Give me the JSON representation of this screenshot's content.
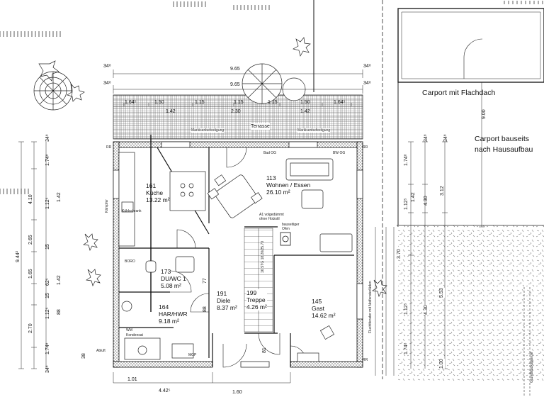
{
  "carport": {
    "title": "Carport mit Flachdach",
    "note_line1": "Carport bauseits",
    "note_line2": "nach Hausaufbau",
    "depth": "9.00",
    "dim_312": "3.12"
  },
  "rooms": [
    {
      "id": "kitchen",
      "number": "161",
      "name": "Küche",
      "area": "13.22 m²"
    },
    {
      "id": "living",
      "number": "113",
      "name": "Wohnen / Essen",
      "area": "26.10 m²"
    },
    {
      "id": "bath",
      "number": "173",
      "name": "DU/WC 1",
      "area": "5.08 m²"
    },
    {
      "id": "utility",
      "number": "164",
      "name": "HAR/HWR",
      "area": "9.18 m²"
    },
    {
      "id": "hall",
      "number": "191",
      "name": "Diele",
      "area": "8.37 m²"
    },
    {
      "id": "stairs",
      "number": "199",
      "name": "Treppe",
      "area": "4.26 m²"
    },
    {
      "id": "guest",
      "number": "145",
      "name": "Gast",
      "area": "14.62 m²"
    }
  ],
  "annotations": {
    "terrace": "Terrasse",
    "awning1": "Markisenbefestigung",
    "awning2": "Markisenbefestigung",
    "bath_og": "Bad OG",
    "bw_og": "BW OG",
    "stove": "bauseitiger Ofen",
    "flue": "A1 volgedämmt ohne Holzstil",
    "fridge": "Kühlschrank",
    "kitchen_side": "Kämpfer",
    "exhaust": "Abluft",
    "boundary": "Grundstücksgrenze",
    "rr1": "RR",
    "rr2": "RR",
    "rr3": "RR",
    "flush": "Fluchtfenster mit Notfensterläden",
    "wm": "WM",
    "wm2": "Kondensat",
    "geraet": "MGP",
    "boro": "BORO"
  },
  "dims": {
    "top_total_outer": "9.65",
    "top_total_inner": "9.65",
    "top_segments": [
      "1.64⁵",
      "1.50",
      "1.15",
      "1.15",
      "1.15",
      "1.50",
      "1.64⁵"
    ],
    "top_mid": [
      "1.42",
      "2.30",
      "1.42"
    ],
    "top_corner_l": "34⁸",
    "top_corner_r": "34⁸",
    "top_corner_l2": "34⁸",
    "top_corner_r2": "34⁸",
    "left_total": "9.44²",
    "left_outer": [
      "34⁸",
      "4.10",
      "2.65",
      "1.65",
      "2.70",
      "34⁸"
    ],
    "left_inner": [
      "1.74⁸",
      "1.12⁵",
      "1.42",
      "15",
      "62⁵",
      "1.42",
      "15",
      "1.12⁵",
      "88",
      "1.74⁸",
      "38"
    ],
    "right_dims": [
      "34⁸",
      "1.74⁸",
      "1.12⁵",
      "1.42",
      "4.30",
      "34⁸"
    ],
    "right_lower": [
      "3.70",
      "5.53",
      "1.12⁵",
      "4.30",
      "1.74⁸",
      "1.00"
    ],
    "bottom": [
      "1.01",
      "4.42⁵",
      "1.60"
    ],
    "door_hall": "88",
    "door_stair": "81",
    "door_hall2": "77",
    "stair_steps": "16 STG 18.20/25.70"
  }
}
